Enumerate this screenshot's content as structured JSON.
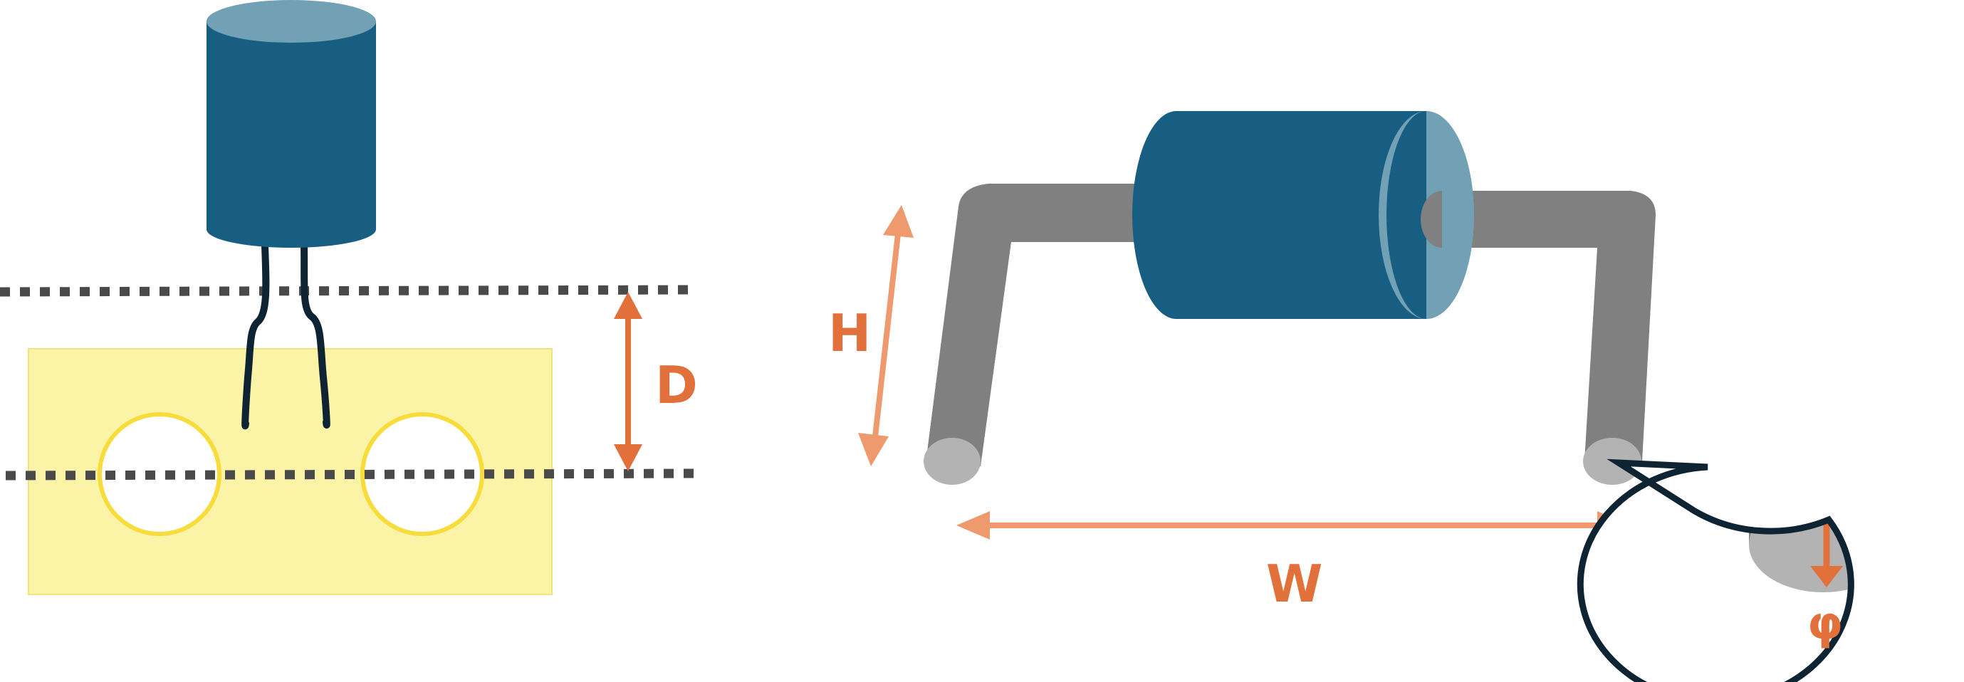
{
  "labels": {
    "depth": "D",
    "height": "H",
    "width": "W",
    "diameter": "φ"
  },
  "colors": {
    "capacitor_body": "#175E82",
    "capacitor_top": "#72A1B6",
    "lead_dark": "#0E2433",
    "board_fill": "#FBF3A6",
    "hole_outline": "#F7DC3C",
    "dotted_line": "#4A4A4A",
    "dimension_orange": "#E2703A",
    "dimension_light_orange": "#EE9A6E",
    "lead_gray": "#808080",
    "lead_end_gray": "#B3B3B3",
    "callout_outline": "#0E2433"
  }
}
